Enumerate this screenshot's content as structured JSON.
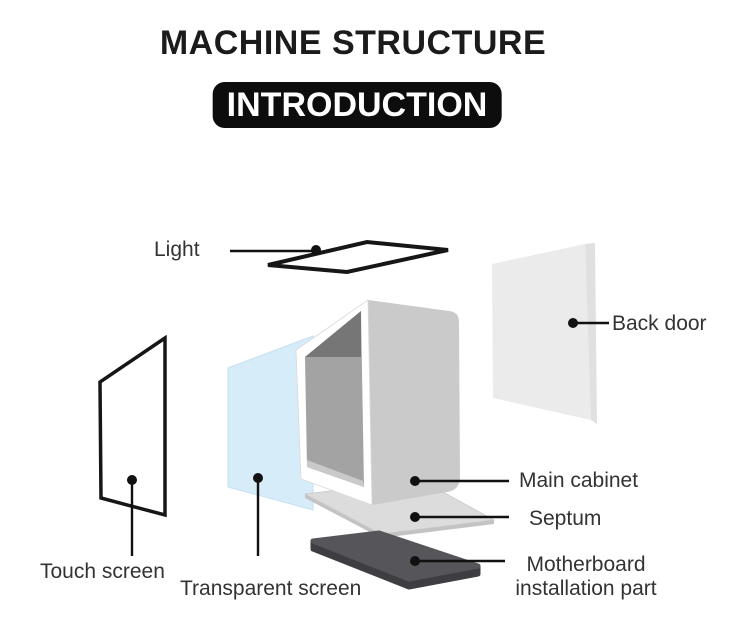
{
  "header": {
    "title": "MACHINE STRUCTURE",
    "badge": "INTRODUCTION"
  },
  "labels": {
    "light": "Light",
    "back_door": "Back door",
    "main_cabinet": "Main cabinet",
    "septum": "Septum",
    "motherboard": "Motherboard installation part",
    "touch_screen": "Touch screen",
    "transparent_screen": "Transparent screen"
  },
  "colors": {
    "badge_bg": "#0d0d0d",
    "badge_text": "#ffffff",
    "label_text": "#333333",
    "leader_line": "#111111",
    "outline_black": "#161616",
    "white_fill": "#ffffff",
    "back_door_face": "#ebebeb",
    "back_door_edge": "#e0e0e0",
    "transparent_screen_fill": "#d7ecf9",
    "transparent_screen_edge": "#c3e0f2",
    "cabinet_side": "#cacaca",
    "cabinet_frame": "#ffffff",
    "cabinet_frame_line": "#d9d9d9",
    "cabinet_back_wall": "#a3a3a3",
    "cabinet_ceiling": "#767676",
    "cabinet_floor": "#c9c9c9",
    "septum_top": "#dcdcdc",
    "septum_edge_line": "#c8c8c8",
    "septum_side": "#c3c3c3",
    "motherboard_top": "#56565a",
    "motherboard_side": "#3e3e42"
  }
}
